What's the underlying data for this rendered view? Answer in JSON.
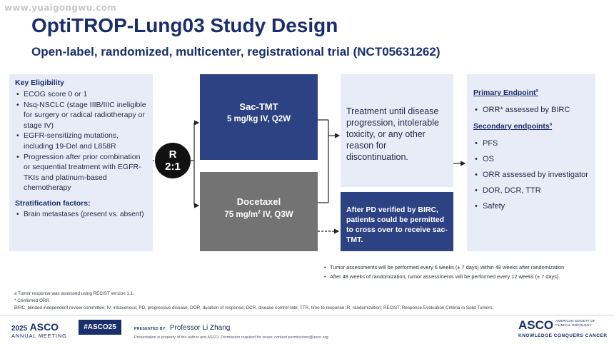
{
  "watermark": "www.yuaigongwu.com",
  "title": "OptiTROP-Lung03 Study Design",
  "subtitle": "Open-label, randomized, multicenter, registrational trial (NCT05631262)",
  "eligibility": {
    "heading": "Key Eligibility",
    "items": [
      "ECOG score 0 or 1",
      "Nsq-NSCLC (stage IIIB/IIIC ineligible for surgery or radical radiotherapy or stage IV)",
      "EGFR-sensitizing mutations, including 19-Del and L858R",
      "Progression after prior combination or sequential treatment with EGFR-TKIs and platinum-based chemotherapy"
    ],
    "strat_heading": "Stratification factors:",
    "strat_items": [
      "Brain metastases (present vs. absent)"
    ]
  },
  "randomization": {
    "letter": "R",
    "ratio": "2:1"
  },
  "arms": [
    {
      "name": "Sac-TMT",
      "dose": "5 mg/kg IV, Q2W"
    },
    {
      "name": "Docetaxel",
      "dose_main": "75 mg/m",
      "dose_sup": "2",
      "dose_rest": " IV, Q3W"
    }
  ],
  "treatment_box": "Treatment until disease progression, intolerable toxicity, or any other reason for discontinuation.",
  "crossover_box": "After PD verified by BIRC, patients could be permitted to cross over to receive sac-TMT.",
  "endpoints": {
    "primary_heading": "Primary Endpoint",
    "primary_sup": "a",
    "primary_items": [
      "ORR* assessed by BIRC"
    ],
    "secondary_heading": "Secondary endpoints",
    "secondary_sup": "a",
    "secondary_items": [
      "PFS",
      "OS",
      "ORR assessed by investigator",
      "DOR, DCR, TTR",
      "Safety"
    ]
  },
  "assessments": [
    "Tumor assessments will be performed every 6 weeks (± 7 days) within 48 weeks after randomization",
    "After 48 weeks of randomization, tumor assessments will be performed every 12 weeks (± 7 days)."
  ],
  "footnotes": [
    "a Tumor response was assessed using RECIST version 1.1.",
    "* Confirmed ORR.",
    "BIRC, blinded independent review committee; IV, intravenous; PD, progressive disease; DOR, duration of response; DCR, disease control rate; TTR, time to response; R, randomization; RECIST, Response Evaluation Criteria in Solid Tumors."
  ],
  "footer": {
    "year": "2025",
    "asco": "ASCO",
    "meeting": "ANNUAL MEETING",
    "hashtag": "#ASCO25",
    "presented_by": "PRESENTED BY:",
    "presenter": "Professor Li Zhang",
    "note": "Presentation is property of the author and ASCO. Permission required for reuse; contact permissions@asco.org.",
    "society_line1": "AMERICAN SOCIETY OF",
    "society_line2": "CLINICAL ONCOLOGY",
    "tagline": "KNOWLEDGE CONQUERS CANCER"
  },
  "colors": {
    "navy": "#1a2e6b",
    "arm_blue": "#2d4283",
    "arm_gray": "#737373",
    "panel": "#e8ecf7"
  }
}
